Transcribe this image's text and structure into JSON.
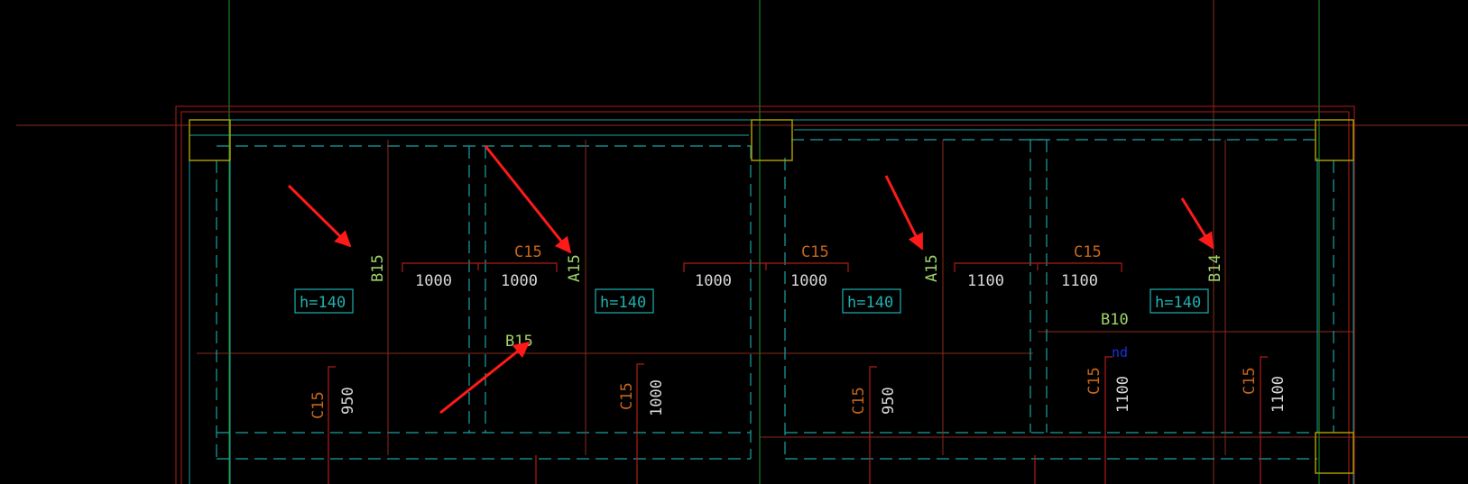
{
  "colors": {
    "background": "#000000",
    "grid_green": "#1f9d2a",
    "grid_red": "#8a2a1c",
    "beam_cyan": "#1aa3a3",
    "column_yellow": "#b3a200",
    "rebar_red": "#b01c16",
    "rebar_label": "#c8651a",
    "dim_text": "#d8d8d8",
    "beam_label": "#9fd46a",
    "h_box": "#1fb0b0",
    "blue_text": "#1a2fe0",
    "arrow": "#ff1a1a"
  },
  "labels": {
    "beam_1": "B15",
    "beam_2": "A15",
    "beam_3": "B15",
    "beam_4": "A15",
    "beam_5": "B14",
    "beam_6": "B10",
    "rebar_top_1": "C15",
    "rebar_top_2": "C15",
    "rebar_top_3": "C15",
    "dim_top_1a": "1000",
    "dim_top_1b": "1000",
    "dim_top_2a": "1000",
    "dim_top_2b": "1000",
    "dim_top_3a": "1100",
    "dim_top_3b": "1100",
    "h_1": "h=140",
    "h_2": "h=140",
    "h_3": "h=140",
    "h_4": "h=140",
    "rebar_bot_1": "C15",
    "dim_bot_1": "950",
    "rebar_bot_2": "C15",
    "dim_bot_2": "1000",
    "rebar_bot_3": "C15",
    "dim_bot_3": "950",
    "rebar_bot_4": "C15",
    "dim_bot_4": "1100",
    "rebar_bot_5": "C15",
    "dim_bot_5": "1100",
    "small_blue": "nd"
  },
  "icons": {
    "annotation": "arrow-icon"
  }
}
